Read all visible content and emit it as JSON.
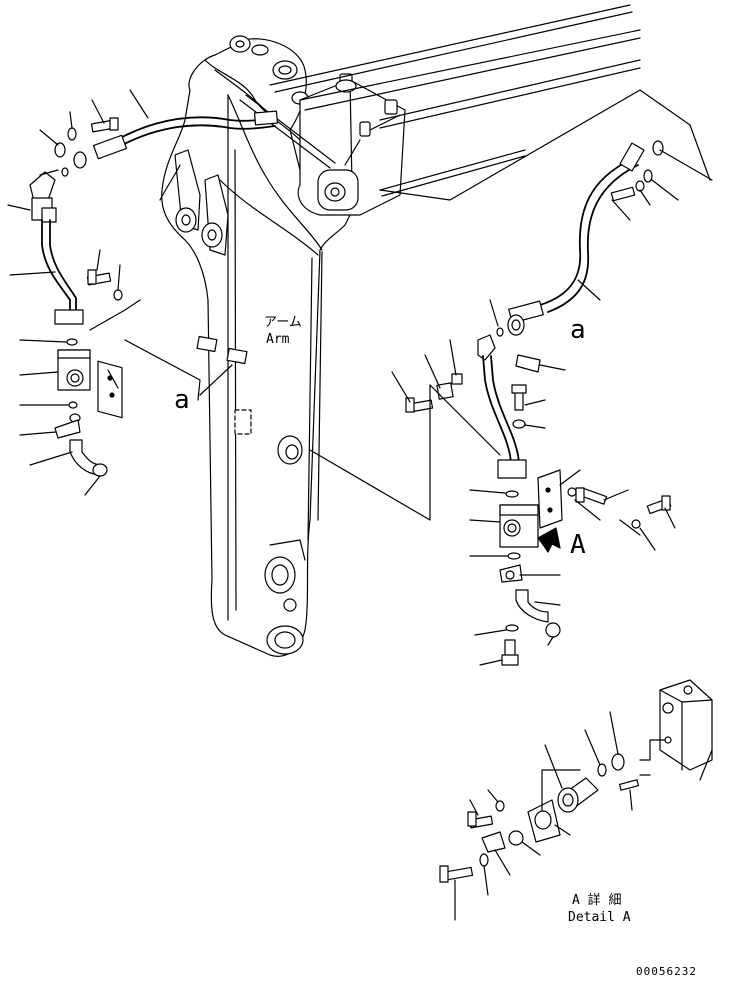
{
  "labels": {
    "arm_jp": "アーム",
    "arm_en": "Arm",
    "ref_a_left": "a",
    "ref_a_right": "a",
    "view_a": "A",
    "detail_jp": "A 詳 細",
    "detail_en": "Detail A",
    "drawing_number": "00056232"
  }
}
